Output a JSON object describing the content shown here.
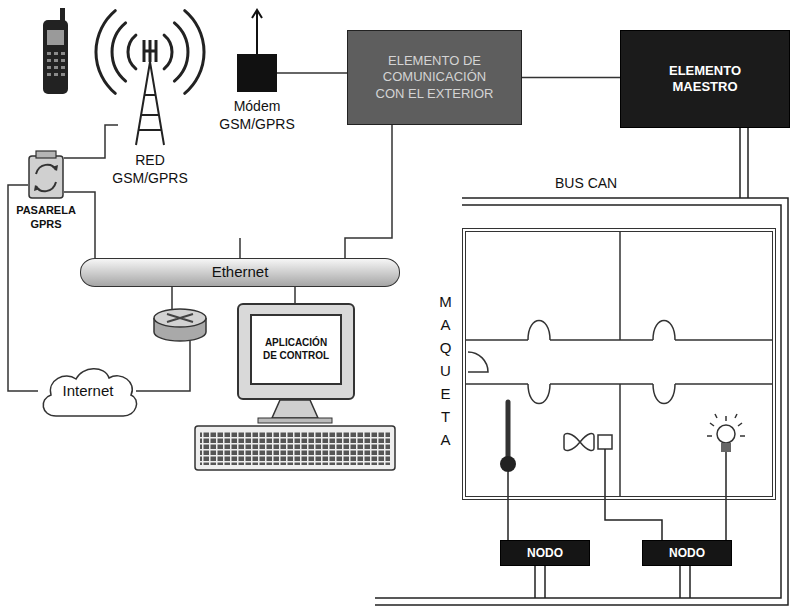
{
  "diagram": {
    "nodes": [
      {
        "text": [
          "Módem GSM/GPRS"
        ]
      },
      {
        "text": [
          "RED GSM/GPRS"
        ]
      },
      {
        "text": [
          "ELEMENTO DE COMUNICACIÓN CON EL EXTERIOR"
        ]
      },
      {
        "text": [
          "ELEMENTO MAESTRO"
        ]
      },
      {
        "text": [
          "PASARELA GPRS"
        ]
      },
      {
        "text": [
          "Ethernet"
        ]
      },
      {
        "text": [
          "APLICACIÓN DE CONTROL"
        ]
      },
      {
        "text": [
          "MAQUETA"
        ]
      },
      {
        "text": [
          "Internet"
        ]
      },
      {
        "text": [
          "NODO"
        ]
      },
      {
        "text": [
          "NODO"
        ]
      }
    ],
    "edges": [
      {
        "from": 0,
        "to": 2,
        "arrow": "none"
      },
      {
        "from": 2,
        "to": 3,
        "arrow": "none"
      },
      {
        "from": 2,
        "to": 5,
        "arrow": "none"
      },
      {
        "from": 4,
        "to": 1,
        "arrow": "none"
      },
      {
        "from": 4,
        "to": 5,
        "arrow": "none"
      },
      {
        "from": 4,
        "to": 8,
        "arrow": "none"
      },
      {
        "from": 5,
        "to": 6,
        "arrow": "none"
      }
    ],
    "labels": [
      "BUS CAN"
    ]
  }
}
